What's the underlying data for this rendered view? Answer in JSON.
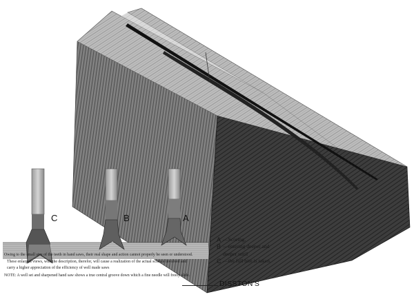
{
  "labels": {
    "tooth_c": "C",
    "tooth_b": "B",
    "tooth_a": "A"
  },
  "legend": [
    {
      "key": "A",
      "text": "—Scoring,"
    },
    {
      "key": "B",
      "text": "—entering deeper and"
    },
    {
      "key": "",
      "text": "deeper until"
    },
    {
      "key": "C",
      "text": "—the full bite is taken."
    }
  ],
  "caption": {
    "line1": "Owing to the small size of the teeth in hand saws, their real shape and action cannot properly be seen or understood.",
    "line2": "These enlarged views, with the description, therefor, will cause a realization of the actual science involved and",
    "line3": "carry a higher appreciation of the efficiency of well made saws",
    "note": "NOTE: A well set and sharpened hand saw shows a true central groove down which a fine needle will freely slide."
  },
  "brand": "DISSTON'S"
}
